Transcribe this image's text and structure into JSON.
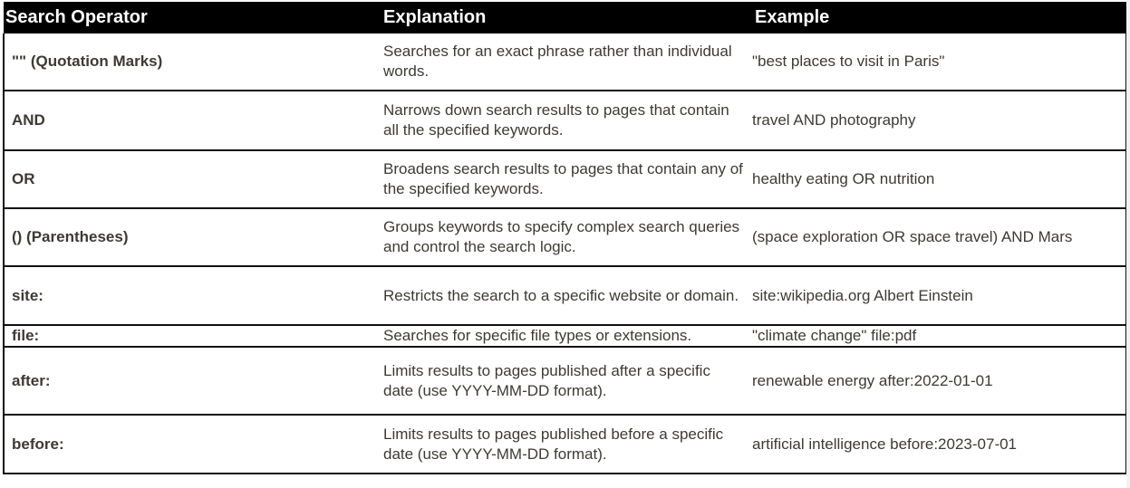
{
  "table": {
    "headers": {
      "operator": "Search Operator",
      "explanation": "Explanation",
      "example": "Example"
    },
    "rows": [
      {
        "operator": "\"\" (Quotation Marks)",
        "explanation": "Searches for an exact phrase rather than individual words.",
        "example": "\"best places to visit in Paris\""
      },
      {
        "operator": "AND",
        "explanation": "Narrows down search results to pages that contain all the specified keywords.",
        "example": "travel AND photography"
      },
      {
        "operator": "OR",
        "explanation": "Broadens search results to pages that contain any of the specified keywords.",
        "example": "healthy eating OR nutrition"
      },
      {
        "operator": "() (Parentheses)",
        "explanation": "Groups keywords to specify complex search queries and control the search logic.",
        "example": "(space exploration OR space travel) AND Mars"
      },
      {
        "operator": "site:",
        "explanation": "Restricts the search to a specific website or domain.",
        "example": "site:wikipedia.org Albert Einstein"
      },
      {
        "operator": "file:",
        "explanation": "Searches for specific file types or extensions.",
        "example": "\"climate change\" file:pdf"
      },
      {
        "operator": "after:",
        "explanation": "Limits results to pages published after a specific date (use YYYY-MM-DD format).",
        "example": "renewable energy after:2022-01-01"
      },
      {
        "operator": "before:",
        "explanation": "Limits results to pages published before a specific date (use YYYY-MM-DD format).",
        "example": "artificial intelligence before:2023-07-01"
      }
    ]
  },
  "colors": {
    "header_background": "#000000",
    "header_text": "#ffffff",
    "body_text": "#3d3a35",
    "border": "#111111"
  }
}
